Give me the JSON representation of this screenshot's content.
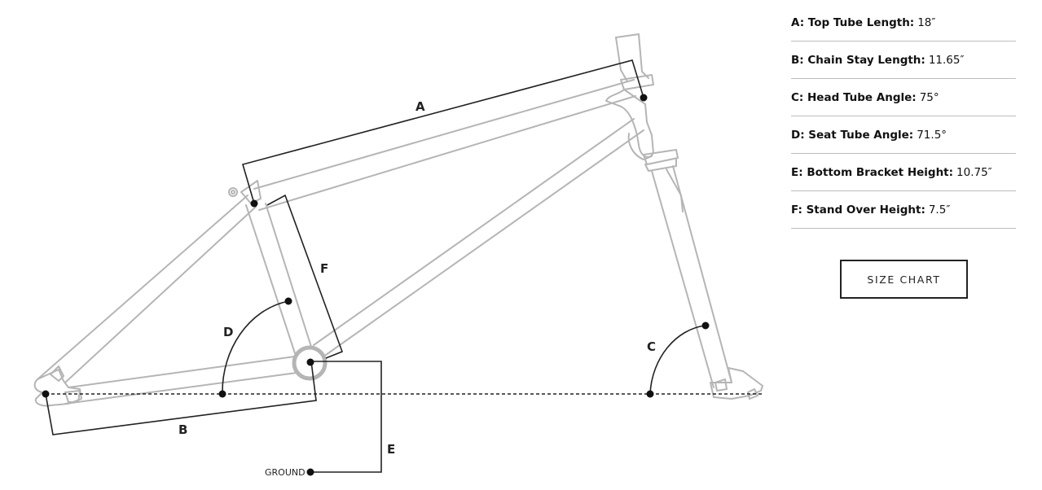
{
  "diagram": {
    "labels": {
      "a": "A",
      "b": "B",
      "c": "C",
      "d": "D",
      "e": "E",
      "f": "F"
    },
    "ground_label": "GROUND"
  },
  "specs": [
    {
      "label": "A: Top Tube Length:",
      "value": " 18″"
    },
    {
      "label": "B: Chain Stay Length:",
      "value": "11.65″"
    },
    {
      "label": "C: Head Tube Angle:",
      "value": "75°"
    },
    {
      "label": "D: Seat Tube Angle:",
      "value": "71.5°"
    },
    {
      "label": "E: Bottom Bracket Height:",
      "value": "10.75″"
    },
    {
      "label": "F: Stand Over Height:",
      "value": "7.5″"
    }
  ],
  "size_chart_label": "SIZE CHART",
  "colors": {
    "frame": "#b5b5b5",
    "dimension": "#222222"
  }
}
